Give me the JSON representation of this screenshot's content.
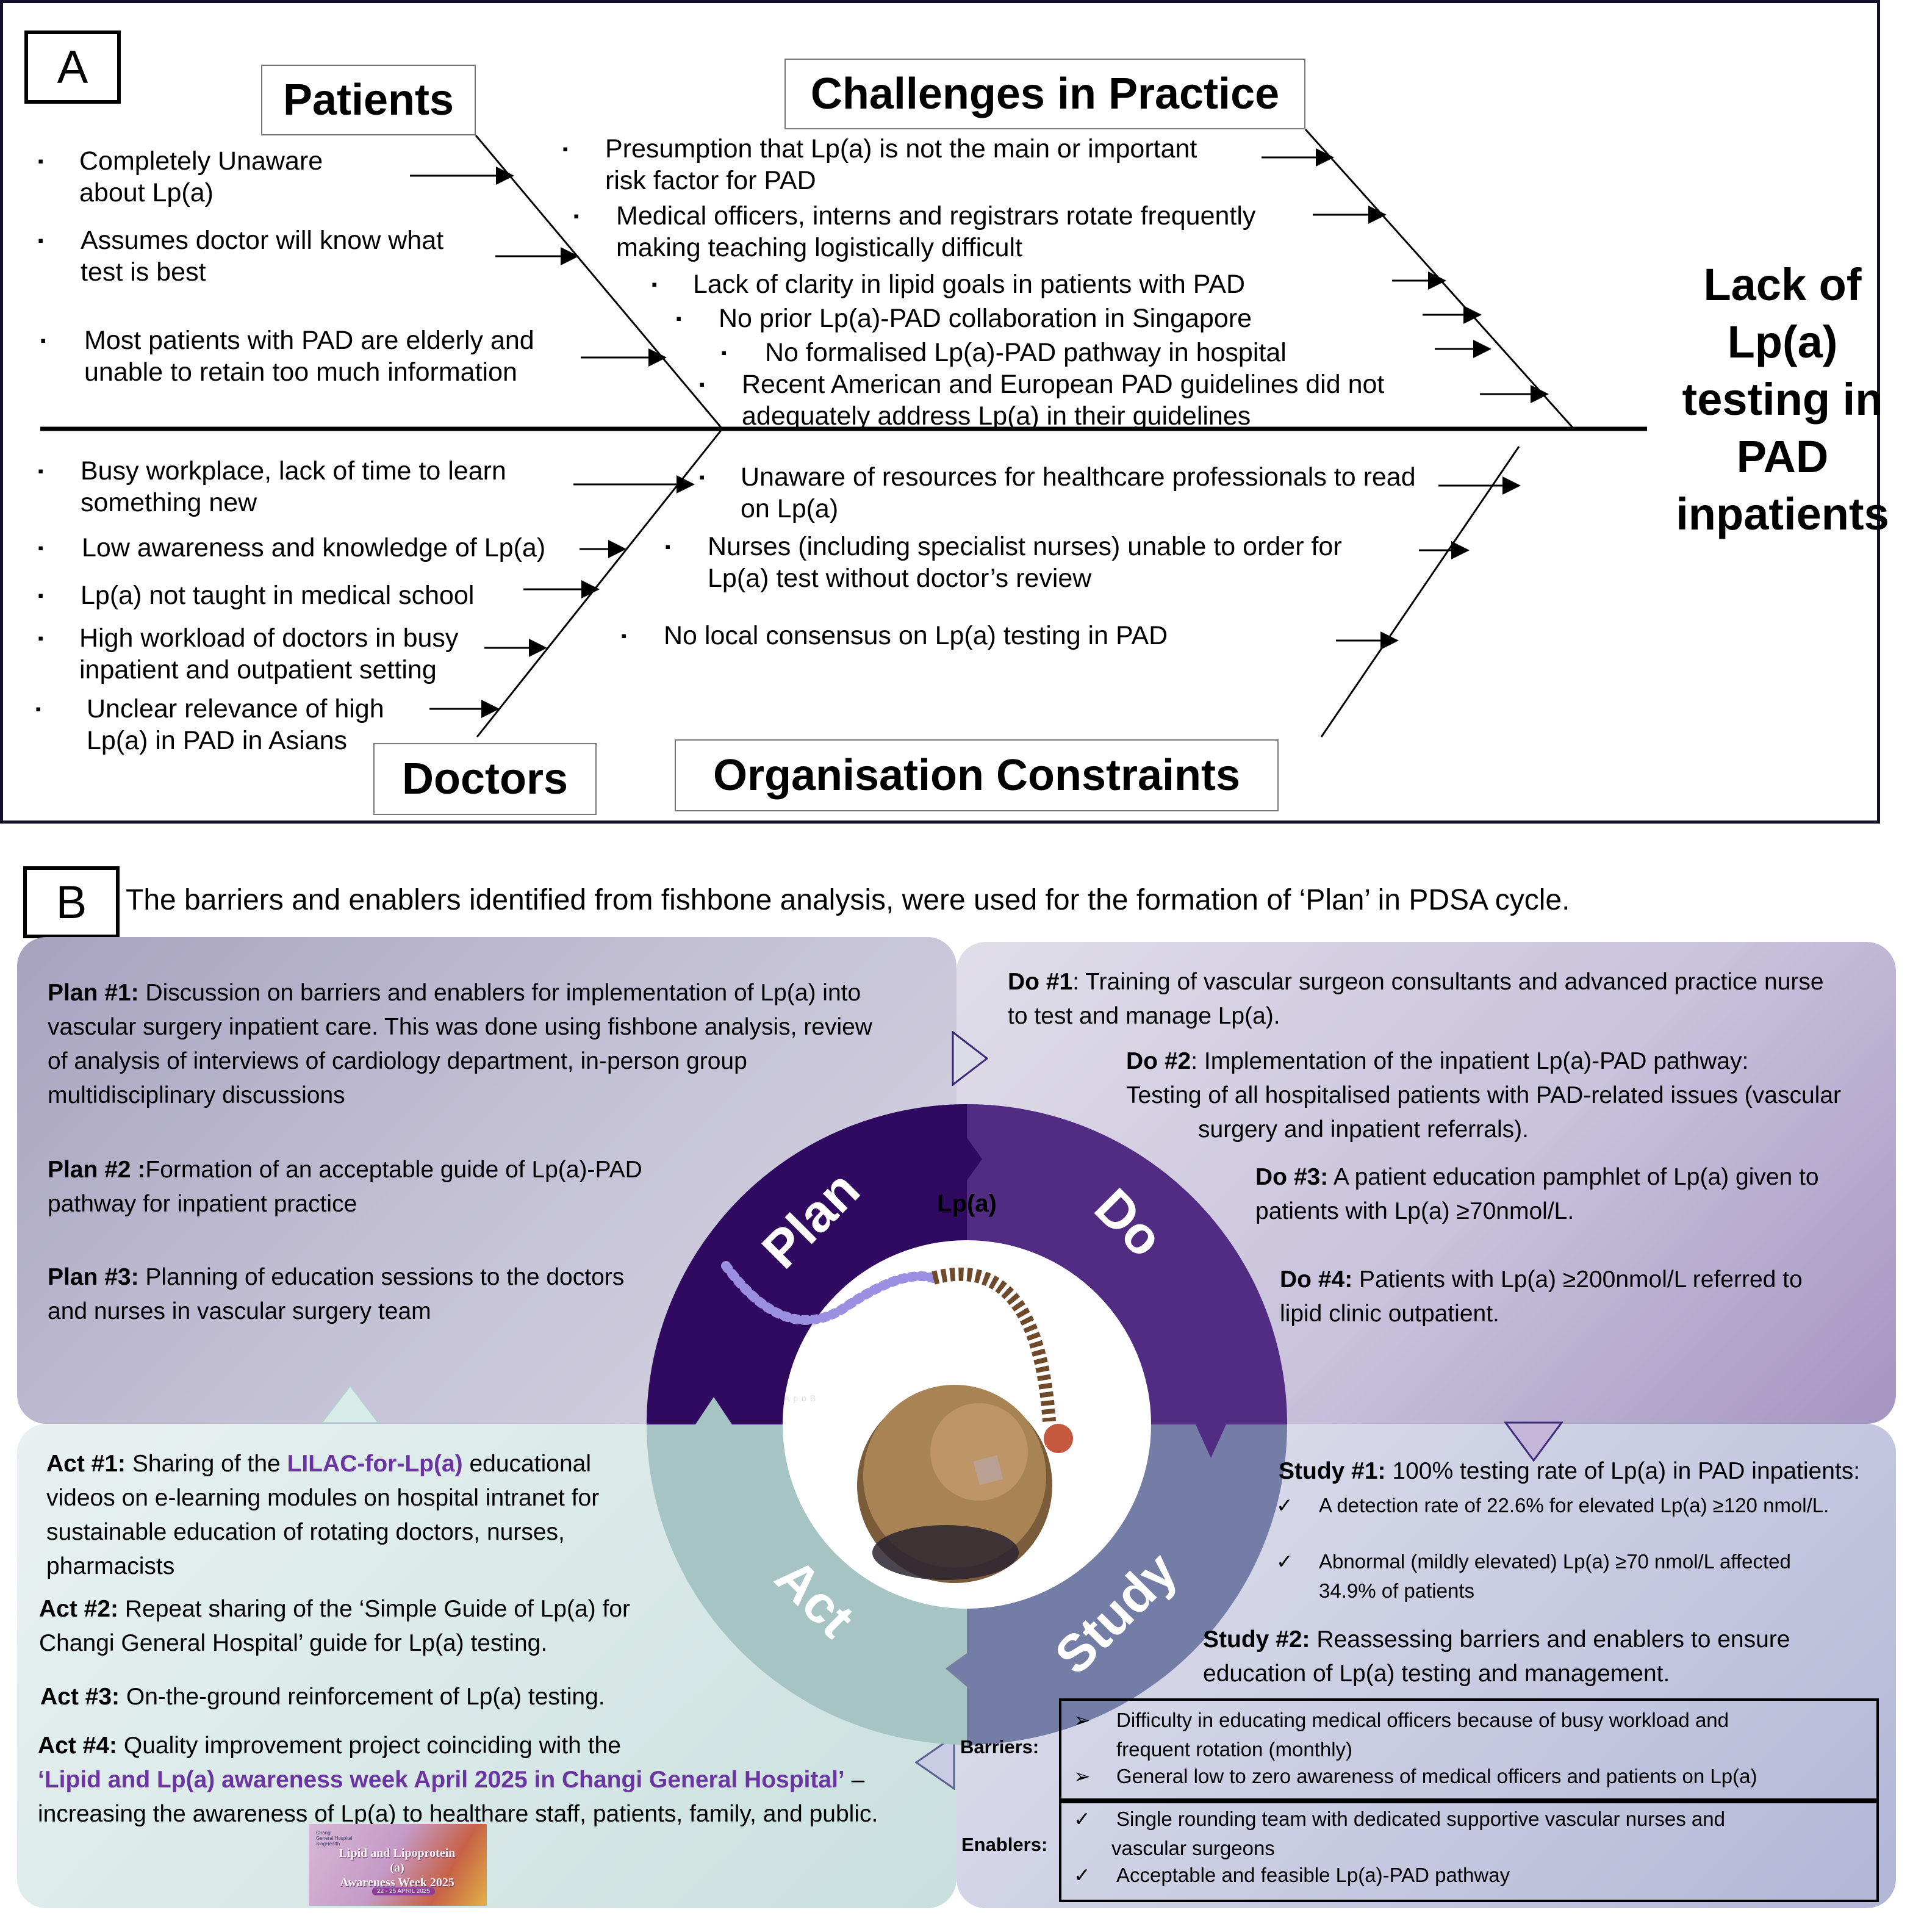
{
  "panel_a": {
    "label": "A",
    "categories": {
      "patients": "Patients",
      "challenges": "Challenges in Practice",
      "doctors": "Doctors",
      "organisation": "Organisation Constraints"
    },
    "effect": [
      "Lack of",
      "Lp(a)",
      "testing in",
      "PAD",
      "inpatients"
    ],
    "patients_causes": [
      [
        "Completely Unaware",
        "about Lp(a)"
      ],
      [
        "Assumes doctor will know what",
        "test is best"
      ],
      [
        "Most patients with PAD are elderly and",
        "unable to retain too much information"
      ]
    ],
    "challenges_causes": [
      [
        "Presumption that Lp(a) is not the main or important",
        "risk factor for PAD"
      ],
      [
        "Medical officers, interns and registrars rotate frequently",
        "making teaching logistically difficult"
      ],
      [
        "Lack of clarity in lipid goals in patients with PAD"
      ],
      [
        "No prior Lp(a)-PAD collaboration in Singapore"
      ],
      [
        "No formalised Lp(a)-PAD pathway in hospital"
      ],
      [
        "Recent American and European PAD guidelines did not",
        "adequately address Lp(a) in their guidelines"
      ]
    ],
    "doctors_causes": [
      [
        "Busy workplace, lack of time to learn",
        "something new"
      ],
      [
        "Low awareness and knowledge of Lp(a)"
      ],
      [
        "Lp(a) not taught in medical school"
      ],
      [
        "High workload of doctors in busy",
        "inpatient and outpatient setting"
      ],
      [
        "Unclear relevance of high",
        "Lp(a) in PAD in Asians"
      ]
    ],
    "organisation_causes": [
      [
        "Unaware of resources for healthcare professionals to read",
        "on Lp(a)"
      ],
      [
        "Nurses (including specialist nurses) unable to order for",
        "Lp(a) test without doctor’s review"
      ],
      [
        "No local consensus on Lp(a) testing in PAD"
      ]
    ],
    "bullet_glyph": "▪"
  },
  "panel_b": {
    "label": "B",
    "caption": "The barriers and enablers identified from fishbone analysis, were used for the formation of ‘Plan’ in PDSA cycle.",
    "cycle": {
      "center_label": "Lp(a)",
      "image_label": "ApoB",
      "phases": [
        "Plan",
        "Do",
        "Study",
        "Act"
      ],
      "colors": {
        "plan": "#300a60",
        "do": "#512c82",
        "study": "#747da6",
        "act": "#a6c4c4"
      }
    },
    "plan": [
      {
        "head": "Plan #1:",
        "lines": [
          " Discussion on barriers and enablers for implementation of Lp(a) into",
          "vascular surgery inpatient care. This was done using fishbone analysis, review",
          "of analysis of interviews of cardiology department, in-person group",
          "multidisciplinary discussions"
        ]
      },
      {
        "head": "Plan #2 :",
        "lines": [
          "Formation of an acceptable guide of Lp(a)-PAD",
          "pathway for inpatient practice"
        ]
      },
      {
        "head": "Plan #3:",
        "lines": [
          " Planning of education sessions to the doctors",
          "and nurses in vascular surgery team"
        ]
      }
    ],
    "do": [
      {
        "head": "Do #1",
        "lines": [
          ": Training of vascular surgeon consultants and advanced practice nurse",
          "to test and manage Lp(a)."
        ]
      },
      {
        "head": "Do #2",
        "lines": [
          ": Implementation of the inpatient Lp(a)-PAD pathway:",
          "Testing of all hospitalised patients with PAD-related issues (vascular",
          "surgery and inpatient referrals)."
        ]
      },
      {
        "head": "Do #3:",
        "lines": [
          " A patient education pamphlet of Lp(a) given to",
          "patients with Lp(a) ≥70nmol/L."
        ]
      },
      {
        "head": "Do #4:",
        "lines": [
          " Patients with Lp(a) ≥200nmol/L referred to",
          "lipid clinic outpatient."
        ]
      }
    ],
    "study": {
      "s1_head": "Study #1:",
      "s1_text": " 100% testing rate of Lp(a) in PAD inpatients:",
      "s1_checks": [
        [
          "A detection rate of 22.6% for elevated Lp(a) ≥120 nmol/L."
        ],
        [
          "Abnormal (mildly elevated) Lp(a) ≥70 nmol/L affected",
          "34.9% of patients"
        ]
      ],
      "s2_head": "Study #2:",
      "s2_lines": [
        " Reassessing barriers and enablers to ensure",
        "education of Lp(a) testing and management."
      ],
      "barriers_label": "Barriers:",
      "barriers": [
        [
          "Difficulty in educating medical officers because of busy workload and",
          "frequent rotation (monthly)"
        ],
        [
          "General low to zero awareness of medical officers and patients on Lp(a)"
        ]
      ],
      "enablers_label": "Enablers:",
      "enablers": [
        [
          "Single rounding team with dedicated supportive vascular nurses and",
          "vascular surgeons"
        ],
        [
          "Acceptable and feasible Lp(a)-PAD pathway"
        ]
      ],
      "check_glyph": "✓",
      "arrow_glyph": "➢"
    },
    "act": {
      "a1_head": "Act #1:",
      "a1_pre": " Sharing of the ",
      "a1_highlight": "LILAC-for-Lp(a)",
      "a1_post": " educational",
      "a1_lines": [
        "videos on e-learning modules on hospital intranet for",
        "sustainable education of rotating doctors, nurses,",
        "pharmacists"
      ],
      "a2_head": "Act #2:",
      "a2_lines": [
        " Repeat sharing of the ‘Simple Guide of Lp(a) for",
        "Changi General Hospital’ guide for Lp(a) testing."
      ],
      "a3_head": "Act #3:",
      "a3_text": " On-the-ground reinforcement of Lp(a) testing.",
      "a4_head": "Act #4:",
      "a4_text": " Quality improvement project coinciding with the",
      "a4_highlight": "‘Lipid and Lp(a) awareness week April 2025 in Changi General Hospital’",
      "a4_dash": " –",
      "a4_last": "increasing the awareness of Lp(a) to healthare staff, patients, family, and public.",
      "poster": {
        "logo": [
          "Changi",
          "General Hospital",
          "SingHealth"
        ],
        "title": [
          "Lipid and Lipoprotein (a)",
          "Awareness Week 2025"
        ],
        "date": "22 - 25 APRIL 2025"
      }
    }
  }
}
